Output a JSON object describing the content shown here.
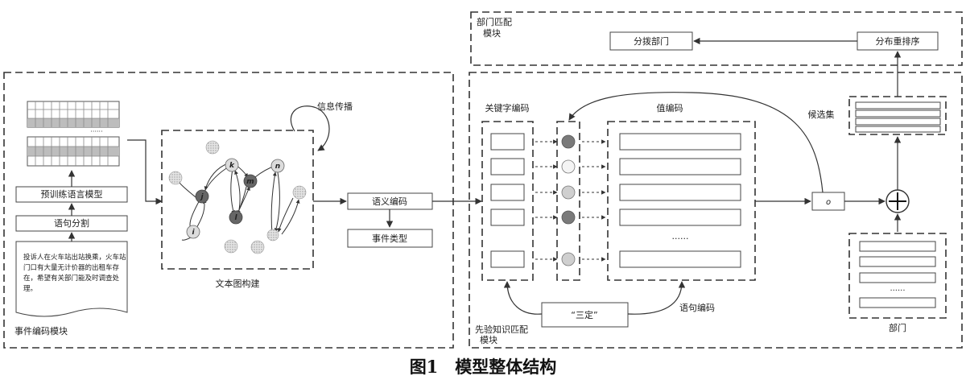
{
  "caption": "图1　模型整体结构",
  "modules": {
    "event_encoding": "事件编码模块",
    "prior_knowledge": [
      "先验知识匹配",
      "模块"
    ],
    "department_matching": [
      "部门匹配",
      "模块"
    ]
  },
  "event": {
    "complaint_lines": [
      "投诉人在火车站出站换乘，火车站",
      "门口有大量无计价器的出租车存",
      "在，希望有关部门能及时调查处",
      "理。"
    ],
    "sentence_split": "语句分割",
    "pretrained_lm": "预训练语言模型",
    "dots": "······",
    "text_graph": "文本图构建",
    "info_propagation": "信息传播",
    "node_labels": [
      "k",
      "n",
      "m",
      "j",
      "l",
      "i"
    ]
  },
  "semantic": {
    "semantic_encoding": "语义编码",
    "event_type": "事件类型"
  },
  "memory": {
    "key_encoding": "关键字编码",
    "value_encoding": "值编码",
    "value_dots": "······",
    "san_ding": "“三定”",
    "sentence_encoding": "语句编码"
  },
  "output": {
    "o_label": "o",
    "candidate_set": "候选集",
    "department": "部门",
    "dept_dots": "······",
    "rerank": "分布重排序",
    "dispatch": "分拨部门"
  }
}
